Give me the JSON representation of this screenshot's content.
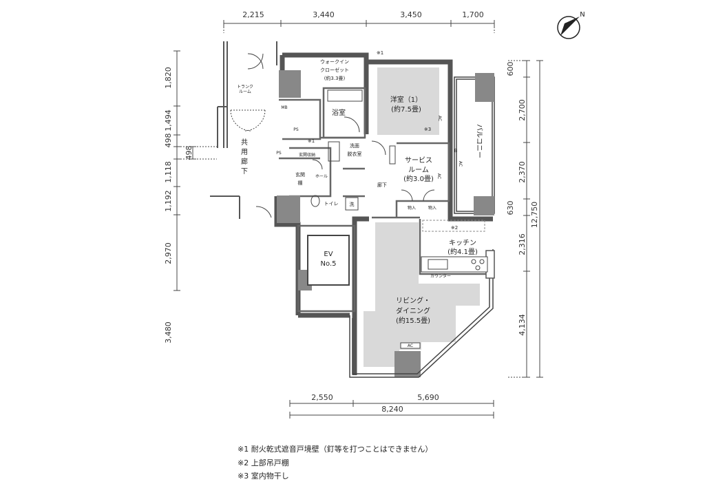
{
  "dimensions": {
    "top": [
      "2,215",
      "3,440",
      "3,450",
      "1,700"
    ],
    "left": [
      "1,820",
      "1,494",
      "498",
      "1,118",
      "1,192",
      "2,970",
      "3,480"
    ],
    "left_outer": "498",
    "right": [
      "600",
      "2,700",
      "2,370",
      "630",
      "2,316",
      "4,134"
    ],
    "right_total": "12,750",
    "bottom": [
      "2,550",
      "5,690"
    ],
    "bottom_total": "8,240"
  },
  "rooms": {
    "walkin_line1": "ウォークイン",
    "walkin_line2": "クローゼット",
    "walkin_area": "(約3.3畳)",
    "western_name": "洋室（1）",
    "western_area": "(約7.5畳)",
    "bath": "浴室",
    "washroom_line1": "洗面",
    "washroom_line2": "脱衣室",
    "service_line1": "サービス",
    "service_line2": "ルーム",
    "service_area": "(約3.0畳)",
    "balcony": "バルコニー",
    "kitchen": "キッチン",
    "kitchen_area": "(約4.1畳)",
    "counter": "カウンター",
    "living_line1": "リビング・",
    "living_line2": "ダイニング",
    "living_area": "(約15.5畳)",
    "corridor": "廊下",
    "shared_corridor_1": "共",
    "shared_corridor_2": "用",
    "shared_corridor_3": "廊",
    "shared_corridor_4": "下",
    "hall": "ホール",
    "toilet": "トイレ",
    "entrance_1": "玄関",
    "entrance_2": "棚",
    "entrance_storage": "玄関収納",
    "trunk_room_1": "トランク",
    "trunk_room_2": "ルーム",
    "mb": "MB",
    "ps1": "PS",
    "ps2": "PS",
    "wash": "洗",
    "storage1": "物入",
    "storage2": "物入",
    "ev_line1": "EV",
    "ev_line2": "No.5",
    "ac1": "AC",
    "ac2": "AC",
    "ac3": "AC",
    "ac4": "AC",
    "b_mark": "B"
  },
  "markers": {
    "m1_top": "※1",
    "m1_side": "※1",
    "m2": "※2",
    "m3": "※3"
  },
  "compass": "N",
  "notes": [
    "※1 耐火乾式遮音戸境壁（釘等を打つことはできません）",
    "※2 上部吊戸棚",
    "※3 室内物干し"
  ]
}
